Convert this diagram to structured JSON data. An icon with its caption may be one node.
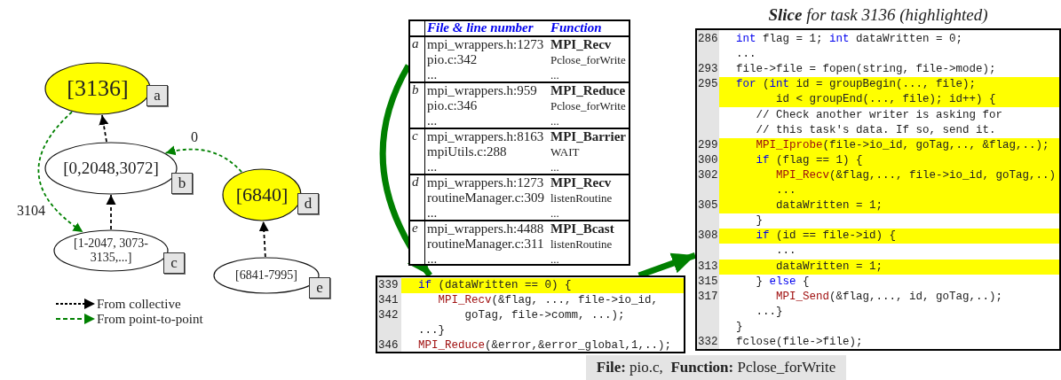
{
  "diagram": {
    "nodes": [
      {
        "text": [
          "[3136]"
        ],
        "beside": [
          "a"
        ]
      },
      {
        "text": [
          "[0,2048,3072]"
        ],
        "beside": [
          "b"
        ]
      },
      {
        "text": [
          "[1-2047, 3073-3135,...]"
        ],
        "beside": [
          "c"
        ]
      },
      {
        "text": [
          "[6840]"
        ],
        "beside": [
          "d"
        ]
      },
      {
        "text": [
          "[6841-7995]"
        ],
        "beside": [
          "e"
        ]
      },
      {
        "text": [
          "File & line number",
          "Function",
          "a",
          "mpi_wrappers.h:1273",
          "MPI_Recv",
          "pio.c:342",
          "Pclose_forWrite",
          "...",
          "...",
          "b",
          "mpi_wrappers.h:959",
          "MPI_Reduce",
          "pio.c:346",
          "Pclose_forWrite",
          "...",
          "...",
          "c",
          "mpi_wrappers.h:8163",
          "MPI_Barrier",
          "mpiUtils.c:288",
          "WAIT",
          "...",
          "...",
          "d",
          "mpi_wrappers.h:1273",
          "MPI_Recv",
          "routineManager.c:309",
          "listenRoutine",
          "...",
          "...",
          "e",
          "mpi_wrappers.h:4488",
          "MPI_Bcast",
          "routineManager.c:311",
          "listenRoutine",
          "...",
          "..."
        ]
      },
      {
        "text": [
          "339",
          "if (dataWritten == 0) {",
          "341",
          "MPI_Recv(&flag, ..., file->io_id,",
          "342",
          "goTag, file->comm, ...);",
          "...}",
          "346",
          "MPI_Reduce(&error,&error_global,1,..);"
        ]
      },
      {
        "text": [
          "**Slice** for task 3136 (highlighted)",
          "286",
          "int flag = 1; int dataWritten = 0;",
          "...",
          "293",
          "file->file = fopen(string, file->mode);",
          "295",
          "for (int id = groupBegin(..., file);",
          "id < groupEnd(..., file); id++) {",
          "// Check another writer is asking for",
          "// this task's data. If so, send it.",
          "299",
          "MPI_Iprobe(file->io_id, goTag,.., &flag,..);",
          "300",
          "if (flag == 1) {",
          "302",
          "MPI_Recv(&flag,..., file->io_id, goTag,..)",
          "...",
          "305",
          "dataWritten = 1;",
          "}",
          "308",
          "if (id == file->id) {",
          "...",
          "313",
          "dataWritten = 1;",
          "315",
          "} else {",
          "317",
          "MPI_Send(&flag,..., id, goTag,..);",
          "...}",
          "}",
          "332",
          "fclose(file->file);"
        ]
      }
    ],
    "edges": [
      {
        "from": 1,
        "to": 0,
        "arrow": "to",
        "style": "dashed",
        "color": "#000000"
      },
      {
        "from": 2,
        "to": 1,
        "arrow": "to",
        "style": "dashed",
        "color": "#000000"
      },
      {
        "from": 4,
        "to": 3,
        "arrow": "to",
        "style": "dashed",
        "color": "#000000"
      },
      {
        "from": 0,
        "to": 2,
        "arrow": "to",
        "style": "dashed",
        "color": "#008000",
        "label": "3104"
      },
      {
        "from": 3,
        "to": 1,
        "arrow": "to",
        "style": "dashed",
        "color": "#008000",
        "label": "0"
      },
      {
        "from": 5,
        "to": 6,
        "arrow": "to",
        "style": "thick",
        "color": "#008000"
      },
      {
        "from": 6,
        "to": 7,
        "arrow": "to",
        "style": "thick",
        "color": "#008000"
      }
    ],
    "legend": [
      {
        "text": "From collective"
      },
      {
        "text": "From point-to-point"
      }
    ],
    "caption": "**File:** pio.c,  **Function:** Pclose_forWrite"
  }
}
